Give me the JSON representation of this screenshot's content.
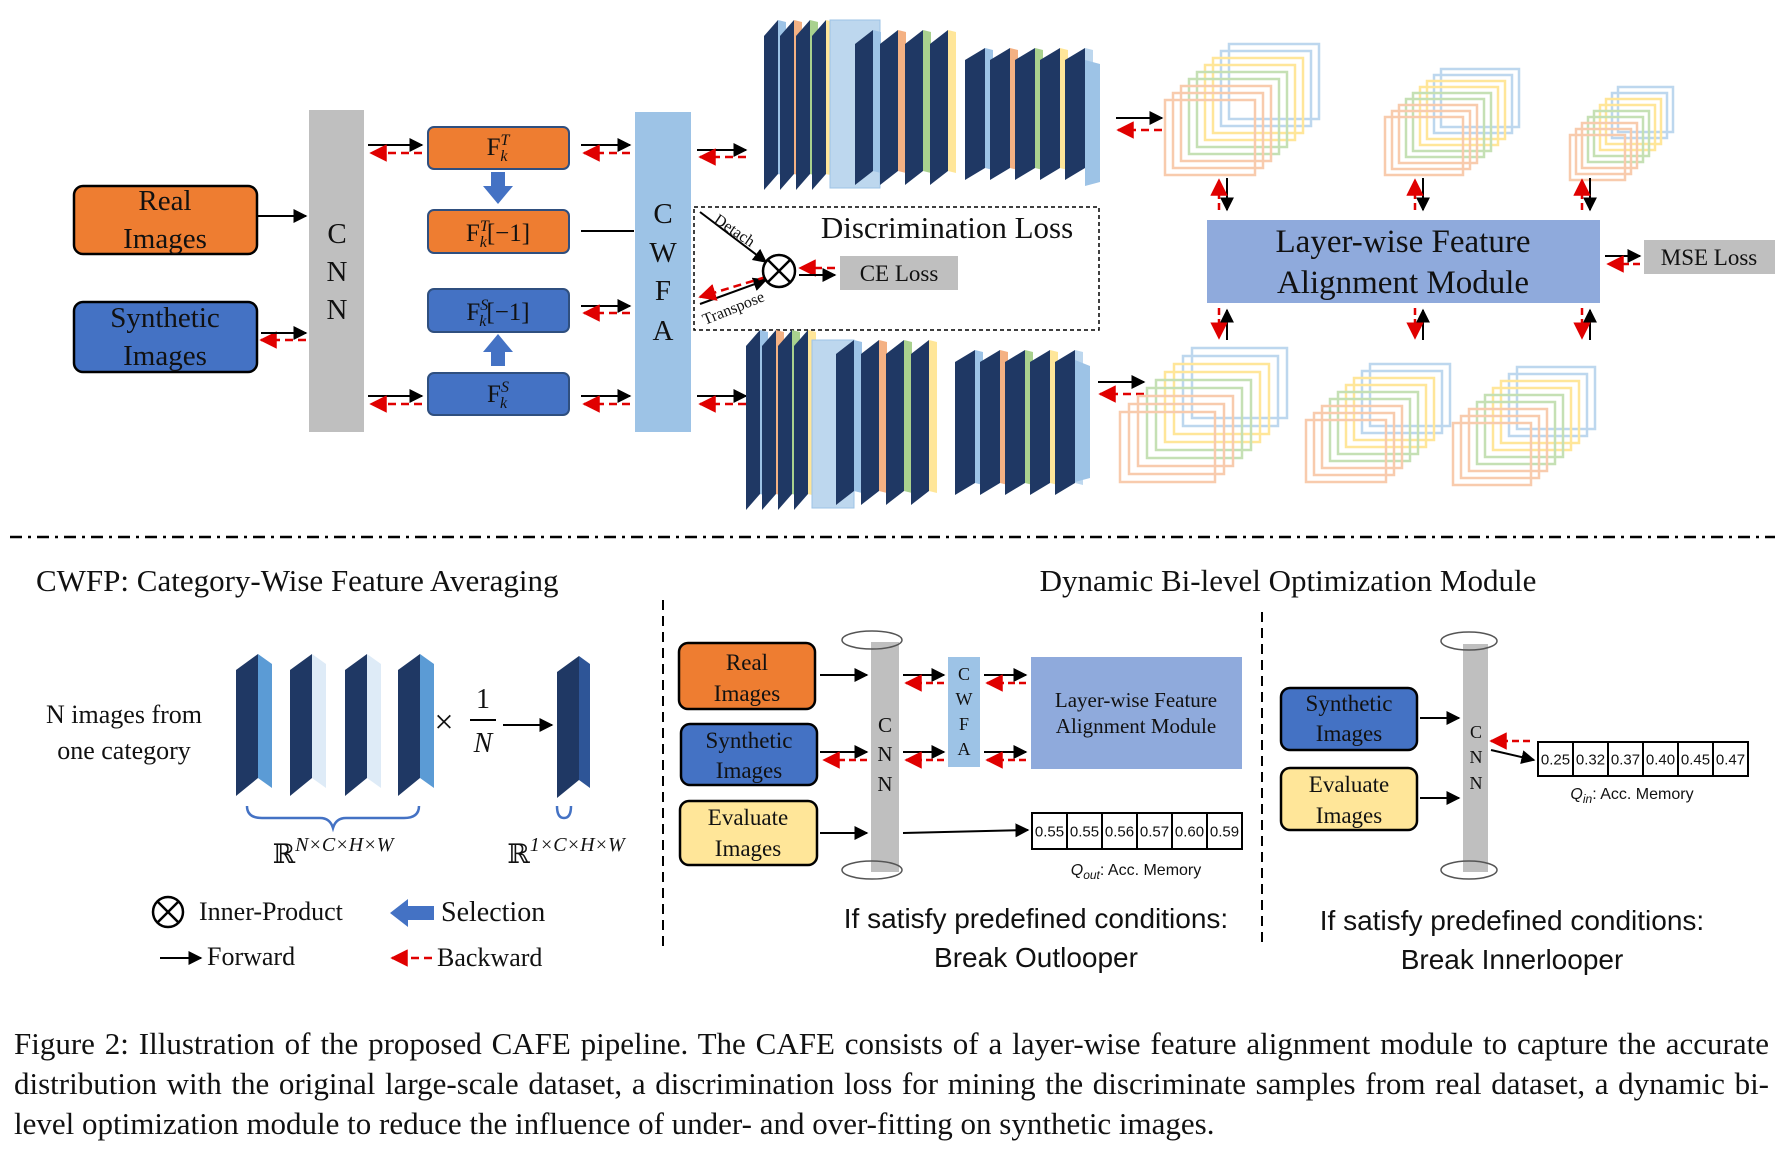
{
  "top": {
    "real_images": [
      "Real",
      "Images"
    ],
    "synthetic_images": [
      "Synthetic",
      "Images"
    ],
    "cnn_letters": [
      "C",
      "N",
      "N"
    ],
    "cwfa_letters": [
      "C",
      "W",
      "F",
      "A"
    ],
    "discrimination_loss": "Discrimination Loss",
    "detach": "Detach",
    "transpose": "Transpose",
    "ce_loss": "CE Loss",
    "lfam": [
      "Layer-wise Feature",
      "Alignment Module"
    ],
    "mse_loss": "MSE Loss"
  },
  "cwfp": {
    "title": "CWFP: Category-Wise Feature Averaging",
    "n_images": [
      "N images from",
      "one category"
    ],
    "times": "×",
    "frac_num": "1",
    "frac_den": "N",
    "dim_in": "ℝN×C×H×W",
    "dim_out": "ℝ1×C×H×W"
  },
  "legend": {
    "inner_product": "Inner-Product",
    "selection": "Selection",
    "forward": "Forward",
    "backward": "Backward"
  },
  "dbo": {
    "title": "Dynamic Bi-level Optimization Module",
    "outer": {
      "real_images": [
        "Real",
        "Images"
      ],
      "synthetic_images": [
        "Synthetic",
        "Images"
      ],
      "evaluate_images": [
        "Evaluate",
        "Images"
      ],
      "cnn_letters": [
        "C",
        "N",
        "N"
      ],
      "cwfa_letters": [
        "C",
        "W",
        "F",
        "A"
      ],
      "lfam": [
        "Layer-wise Feature",
        "Alignment Module"
      ],
      "memory_values": [
        "0.55",
        "0.55",
        "0.56",
        "0.57",
        "0.60",
        "0.59"
      ],
      "memory_label": "Q_out: Acc. Memory",
      "condition": [
        "If satisfy predefined conditions:",
        "Break Outlooper"
      ]
    },
    "inner": {
      "synthetic_images": [
        "Synthetic",
        "Images"
      ],
      "evaluate_images": [
        "Evaluate",
        "Images"
      ],
      "cnn_letters": [
        "C",
        "N",
        "N"
      ],
      "memory_values": [
        "0.25",
        "0.32",
        "0.37",
        "0.40",
        "0.45",
        "0.47"
      ],
      "memory_label": "Q_in: Acc. Memory",
      "condition": [
        "If satisfy predefined conditions:",
        "Break Innerlooper"
      ]
    }
  },
  "caption": "Figure 2: Illustration of the proposed CAFE pipeline. The CAFE consists of a layer-wise feature alignment module to capture the accurate distribution with the original large-scale dataset, a discrimination loss for mining the discriminate samples from real dataset, a dynamic bi-level optimization module to reduce the influence of under- and over-fitting on synthetic images.",
  "colors": {
    "real_orange": "#ee7d31",
    "synthetic_blue": "#4472c4",
    "evaluate_yellow": "#ffe699",
    "cnn_gray": "#bfbfbf",
    "cwfa_blue": "#9dc3e6",
    "lfam_blue": "#8faadc",
    "backward_red": "#e00000",
    "dark_navy": "#1f3864"
  }
}
